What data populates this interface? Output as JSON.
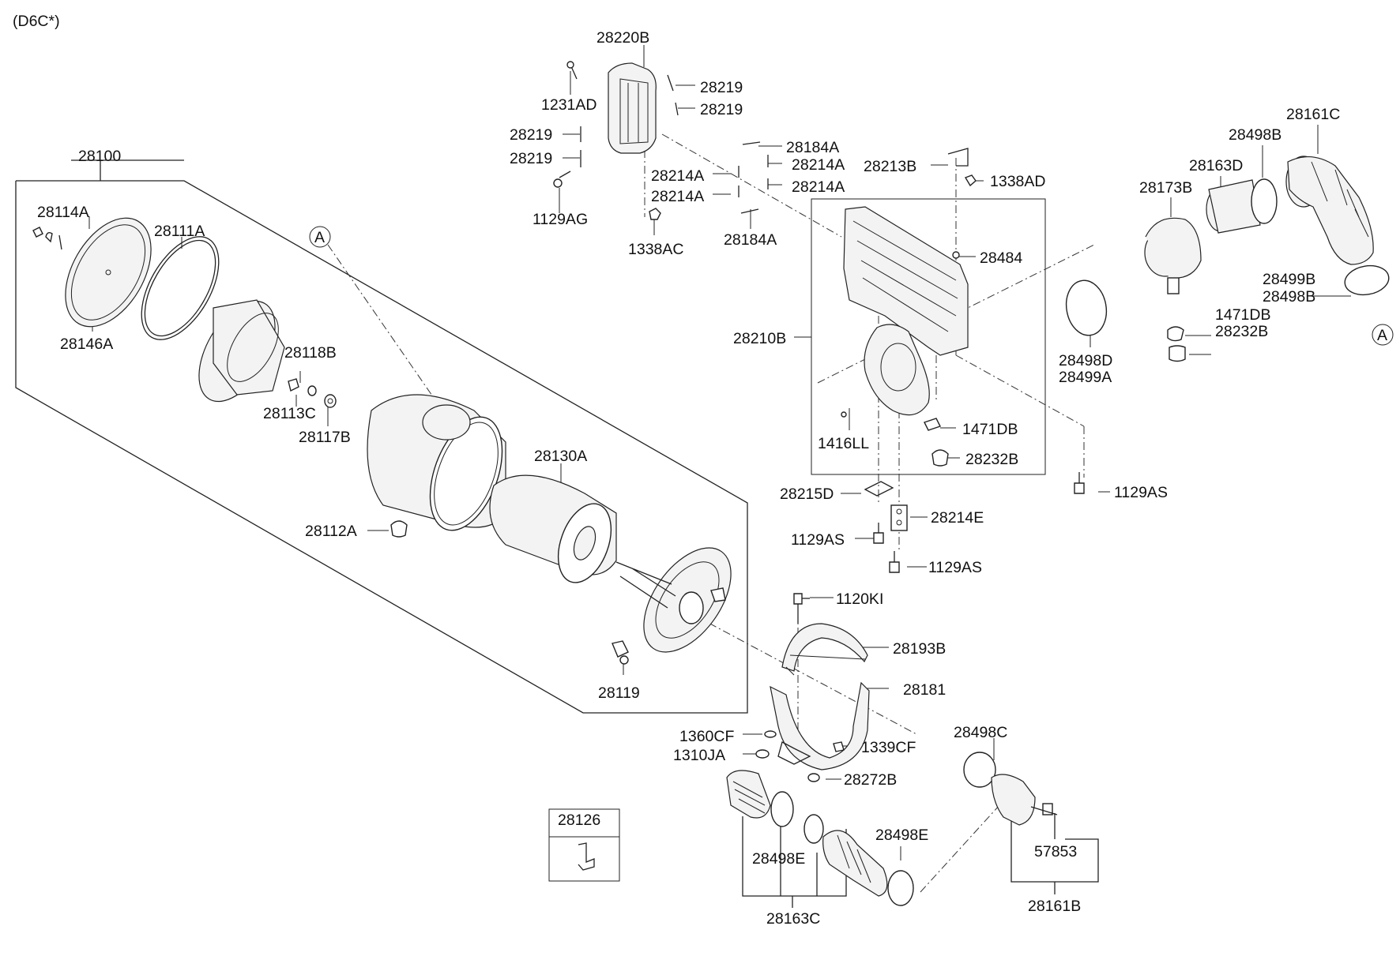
{
  "diagram": {
    "variant": "(D6C*)",
    "reference_marker": "A",
    "labels": [
      {
        "id": "28220B",
        "text": "28220B"
      },
      {
        "id": "1231AD",
        "text": "1231AD"
      },
      {
        "id": "28219_a",
        "text": "28219"
      },
      {
        "id": "28219_b",
        "text": "28219"
      },
      {
        "id": "28219_c",
        "text": "28219"
      },
      {
        "id": "28219_d",
        "text": "28219"
      },
      {
        "id": "1129AG",
        "text": "1129AG"
      },
      {
        "id": "1338AC",
        "text": "1338AC"
      },
      {
        "id": "28184A_a",
        "text": "28184A"
      },
      {
        "id": "28214A_a",
        "text": "28214A"
      },
      {
        "id": "28214A_b",
        "text": "28214A"
      },
      {
        "id": "28214A_c",
        "text": "28214A"
      },
      {
        "id": "28214A_d",
        "text": "28214A"
      },
      {
        "id": "28184A_b",
        "text": "28184A"
      },
      {
        "id": "28213B",
        "text": "28213B"
      },
      {
        "id": "1338AD",
        "text": "1338AD"
      },
      {
        "id": "28484",
        "text": "28484"
      },
      {
        "id": "28210B",
        "text": "28210B"
      },
      {
        "id": "1416LL",
        "text": "1416LL"
      },
      {
        "id": "1471DB_a",
        "text": "1471DB"
      },
      {
        "id": "28232B_a",
        "text": "28232B"
      },
      {
        "id": "28161C",
        "text": "28161C"
      },
      {
        "id": "28498B_a",
        "text": "28498B"
      },
      {
        "id": "28163D",
        "text": "28163D"
      },
      {
        "id": "28173B",
        "text": "28173B"
      },
      {
        "id": "28499B",
        "text": "28499B"
      },
      {
        "id": "28498B_b",
        "text": "28498B"
      },
      {
        "id": "1471DB_b",
        "text": "1471DB"
      },
      {
        "id": "28232B_b",
        "text": "28232B"
      },
      {
        "id": "28498D",
        "text": "28498D"
      },
      {
        "id": "28499A",
        "text": "28499A"
      },
      {
        "id": "1129AS_a",
        "text": "1129AS"
      },
      {
        "id": "28100",
        "text": "28100"
      },
      {
        "id": "28114A",
        "text": "28114A"
      },
      {
        "id": "28111A",
        "text": "28111A"
      },
      {
        "id": "28146A",
        "text": "28146A"
      },
      {
        "id": "28118B",
        "text": "28118B"
      },
      {
        "id": "28113C",
        "text": "28113C"
      },
      {
        "id": "28117B",
        "text": "28117B"
      },
      {
        "id": "28130A",
        "text": "28130A"
      },
      {
        "id": "28112A",
        "text": "28112A"
      },
      {
        "id": "28119",
        "text": "28119"
      },
      {
        "id": "28215D",
        "text": "28215D"
      },
      {
        "id": "28214E",
        "text": "28214E"
      },
      {
        "id": "1129AS_b",
        "text": "1129AS"
      },
      {
        "id": "1129AS_c",
        "text": "1129AS"
      },
      {
        "id": "1120KI",
        "text": "1120KI"
      },
      {
        "id": "28193B",
        "text": "28193B"
      },
      {
        "id": "28181",
        "text": "28181"
      },
      {
        "id": "1360CF",
        "text": "1360CF"
      },
      {
        "id": "1310JA",
        "text": "1310JA"
      },
      {
        "id": "1339CF",
        "text": "1339CF"
      },
      {
        "id": "28272B",
        "text": "28272B"
      },
      {
        "id": "28498C",
        "text": "28498C"
      },
      {
        "id": "28126",
        "text": "28126"
      },
      {
        "id": "28498E_a",
        "text": "28498E"
      },
      {
        "id": "28498E_b",
        "text": "28498E"
      },
      {
        "id": "28163C",
        "text": "28163C"
      },
      {
        "id": "57853",
        "text": "57853"
      },
      {
        "id": "28161B",
        "text": "28161B"
      }
    ]
  }
}
